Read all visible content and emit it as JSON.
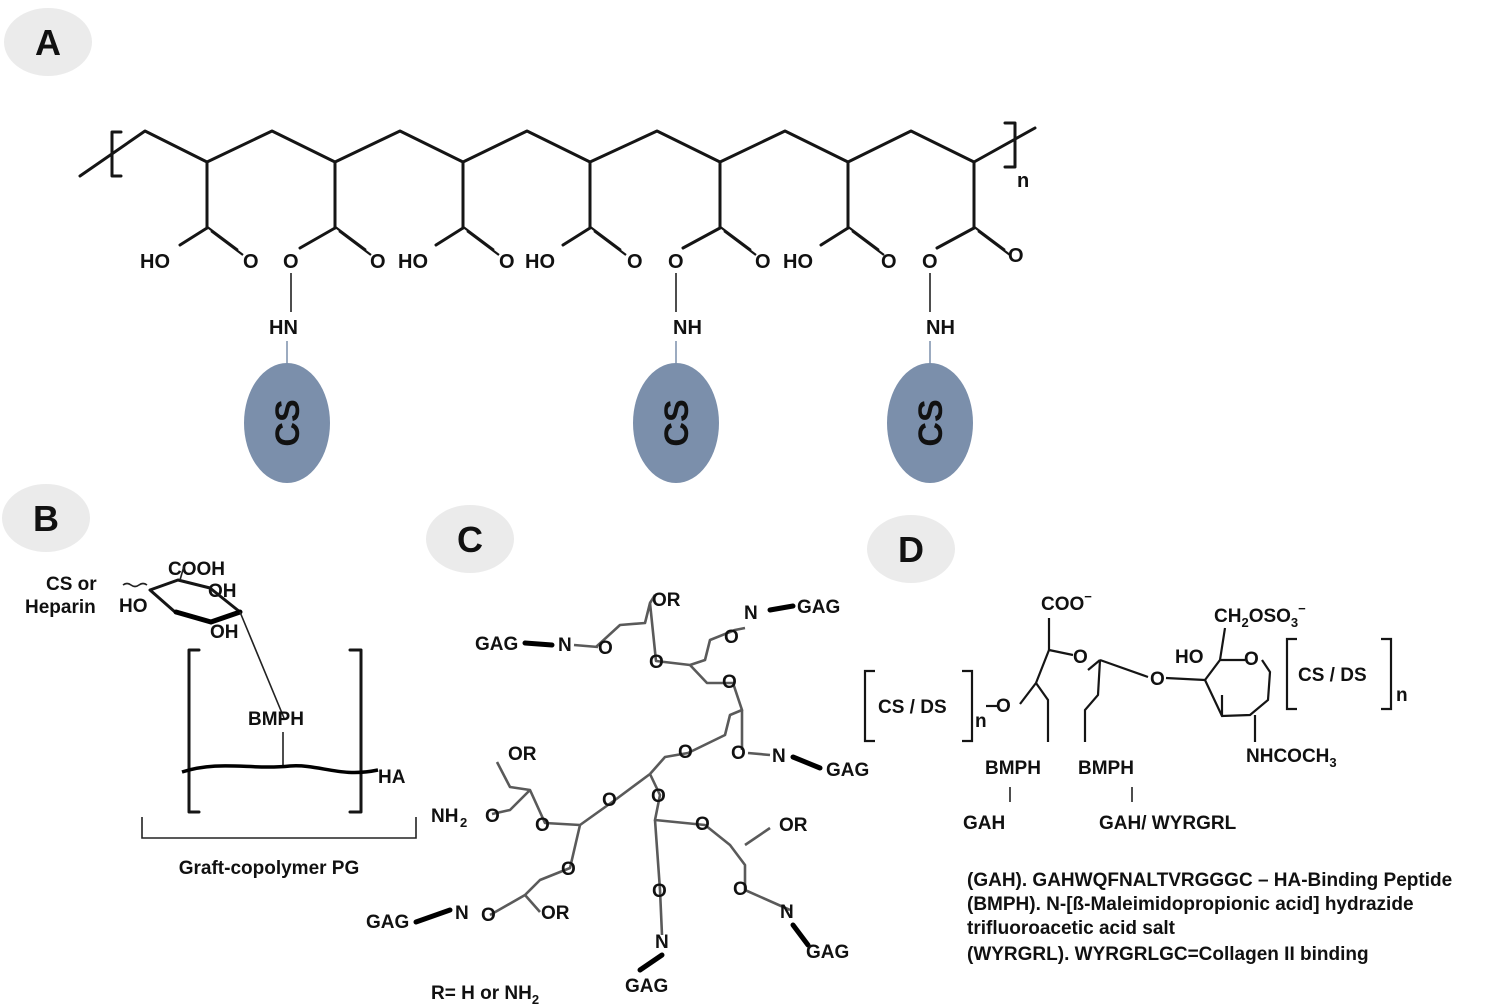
{
  "panels": {
    "a": "A",
    "b": "B",
    "c": "C",
    "d": "D"
  },
  "panel_a": {
    "ho": "HO",
    "o": "O",
    "hn": "HN",
    "nh": "NH",
    "cs": "CS",
    "n": "n"
  },
  "panel_b": {
    "cs_or": "CS or",
    "heparin": "Heparin",
    "cooh": "COOH",
    "oh": "OH",
    "ho": "HO",
    "bmph": "BMPH",
    "ha": "HA",
    "caption": "Graft-copolymer PG"
  },
  "panel_c": {
    "gag": "GAG",
    "n": "N",
    "o": "O",
    "or": "OR",
    "nh": "NH",
    "two": "2",
    "r_legend": "R= H or NH",
    "r_legend_sub": "2"
  },
  "panel_d": {
    "coo": "COO",
    "minus": "−",
    "ch2oso3_a": "CH",
    "ch2oso3_b": "2",
    "ch2oso3_c": "OSO",
    "ch2oso3_d": "3",
    "o": "O",
    "ho": "HO",
    "cs_ds": "CS / DS",
    "n": "n",
    "bmph": "BMPH",
    "gah": "GAH",
    "gah_wyrgrl": "GAH/ WYRGRL",
    "nhcoch3_a": "NHCOCH",
    "nhcoch3_b": "3",
    "legend_1": "(GAH). GAHWQFNALTVRGGGC – HA-Binding Peptide",
    "legend_2": "(BMPH). N-[ß-Maleimidopropionic acid] hydrazide",
    "legend_3": "trifluoroacetic acid salt",
    "legend_4": "(WYRGRL). WYRGRLGC=Collagen II binding"
  },
  "colors": {
    "cs_oval": "#7b8fab",
    "panel_badge": "#ebebeb"
  }
}
